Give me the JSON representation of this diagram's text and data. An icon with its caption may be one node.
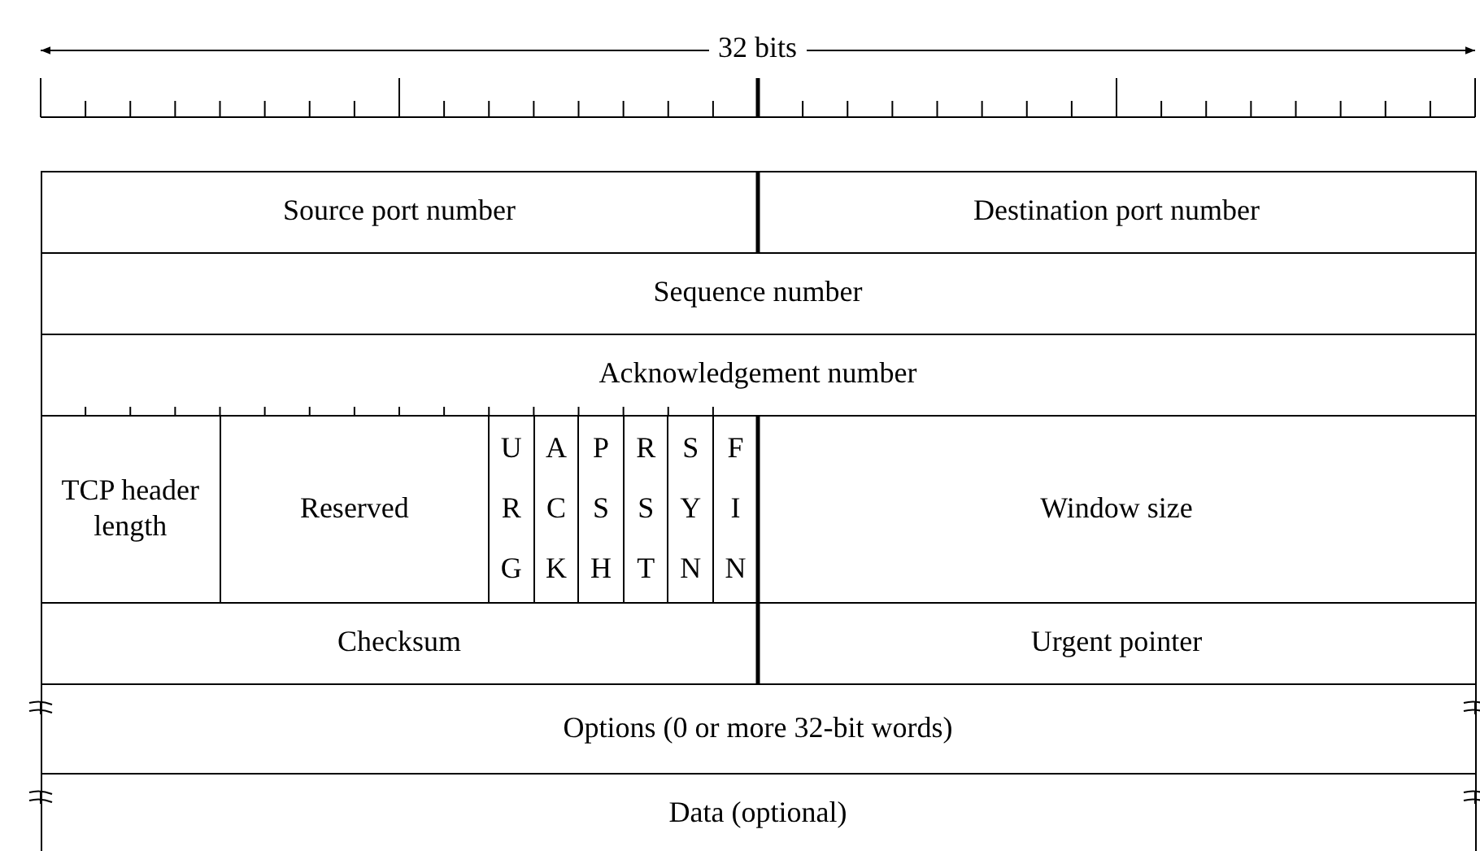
{
  "diagram": {
    "nodes": [
      {
        "text": [
          "Source port number"
        ]
      },
      {
        "text": [
          "Destination port number"
        ]
      },
      {
        "text": [
          "Sequence number"
        ]
      },
      {
        "text": [
          "Acknowledgement number"
        ]
      },
      {
        "text": [
          "TCP header length"
        ]
      },
      {
        "text": [
          "Reserved"
        ]
      },
      {
        "text": [
          "URG"
        ]
      },
      {
        "text": [
          "ACK"
        ]
      },
      {
        "text": [
          "PSH"
        ]
      },
      {
        "text": [
          "RST"
        ]
      },
      {
        "text": [
          "SYN"
        ]
      },
      {
        "text": [
          "FIN"
        ]
      },
      {
        "text": [
          "Window size"
        ]
      },
      {
        "text": [
          "Checksum"
        ]
      },
      {
        "text": [
          "Urgent pointer"
        ]
      },
      {
        "text": [
          "Options (0 or more 32-bit words)"
        ]
      },
      {
        "text": [
          "Data (optional)"
        ]
      }
    ],
    "labels": [
      "32 bits"
    ]
  }
}
